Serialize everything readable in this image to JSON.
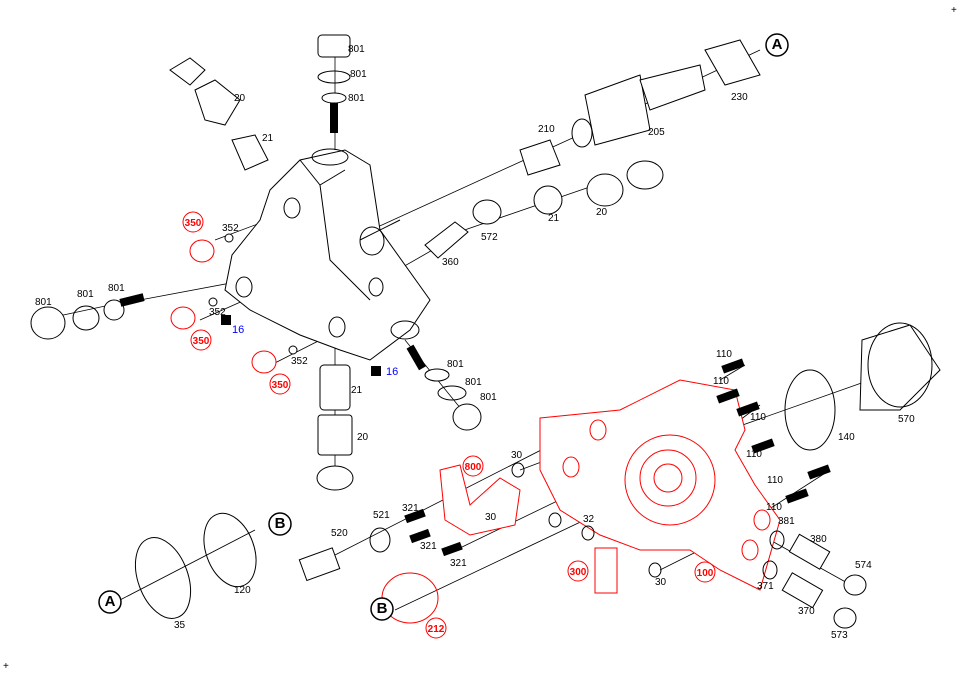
{
  "diagram": {
    "type": "exploded-parts-view",
    "colors": {
      "standard": "#000000",
      "highlight": "#ff0000",
      "kit": "#0000ff"
    },
    "corner_marks": [
      "+",
      "+"
    ],
    "callouts": [
      {
        "text": "801",
        "style": "plain"
      },
      {
        "text": "801",
        "style": "plain"
      },
      {
        "text": "801",
        "style": "plain"
      },
      {
        "text": "20",
        "style": "plain"
      },
      {
        "text": "21",
        "style": "plain"
      },
      {
        "text": "210",
        "style": "plain"
      },
      {
        "text": "205",
        "style": "plain"
      },
      {
        "text": "230",
        "style": "plain"
      },
      {
        "text": "A",
        "style": "ref"
      },
      {
        "text": "20",
        "style": "plain"
      },
      {
        "text": "21",
        "style": "plain"
      },
      {
        "text": "572",
        "style": "plain"
      },
      {
        "text": "360",
        "style": "plain"
      },
      {
        "text": "350",
        "style": "red"
      },
      {
        "text": "352",
        "style": "plain"
      },
      {
        "text": "801",
        "style": "plain"
      },
      {
        "text": "801",
        "style": "plain"
      },
      {
        "text": "801",
        "style": "plain"
      },
      {
        "text": "352",
        "style": "plain"
      },
      {
        "text": "350",
        "style": "red"
      },
      {
        "text": "16",
        "style": "blue"
      },
      {
        "text": "350",
        "style": "red"
      },
      {
        "text": "352",
        "style": "plain"
      },
      {
        "text": "21",
        "style": "plain"
      },
      {
        "text": "16",
        "style": "blue"
      },
      {
        "text": "801",
        "style": "plain"
      },
      {
        "text": "801",
        "style": "plain"
      },
      {
        "text": "801",
        "style": "plain"
      },
      {
        "text": "20",
        "style": "plain"
      },
      {
        "text": "B",
        "style": "ref"
      },
      {
        "text": "120",
        "style": "plain"
      },
      {
        "text": "A",
        "style": "ref"
      },
      {
        "text": "35",
        "style": "plain"
      },
      {
        "text": "110",
        "style": "plain"
      },
      {
        "text": "110",
        "style": "plain"
      },
      {
        "text": "110",
        "style": "plain"
      },
      {
        "text": "110",
        "style": "plain"
      },
      {
        "text": "110",
        "style": "plain"
      },
      {
        "text": "110",
        "style": "plain"
      },
      {
        "text": "140",
        "style": "plain"
      },
      {
        "text": "570",
        "style": "plain"
      },
      {
        "text": "800",
        "style": "red"
      },
      {
        "text": "30",
        "style": "plain"
      },
      {
        "text": "30",
        "style": "plain"
      },
      {
        "text": "32",
        "style": "plain"
      },
      {
        "text": "321",
        "style": "plain"
      },
      {
        "text": "521",
        "style": "plain"
      },
      {
        "text": "520",
        "style": "plain"
      },
      {
        "text": "321",
        "style": "plain"
      },
      {
        "text": "321",
        "style": "plain"
      },
      {
        "text": "300",
        "style": "red"
      },
      {
        "text": "100",
        "style": "red"
      },
      {
        "text": "30",
        "style": "plain"
      },
      {
        "text": "381",
        "style": "plain"
      },
      {
        "text": "380",
        "style": "plain"
      },
      {
        "text": "574",
        "style": "plain"
      },
      {
        "text": "371",
        "style": "plain"
      },
      {
        "text": "370",
        "style": "plain"
      },
      {
        "text": "573",
        "style": "plain"
      },
      {
        "text": "B",
        "style": "ref"
      },
      {
        "text": "212",
        "style": "red"
      }
    ]
  }
}
